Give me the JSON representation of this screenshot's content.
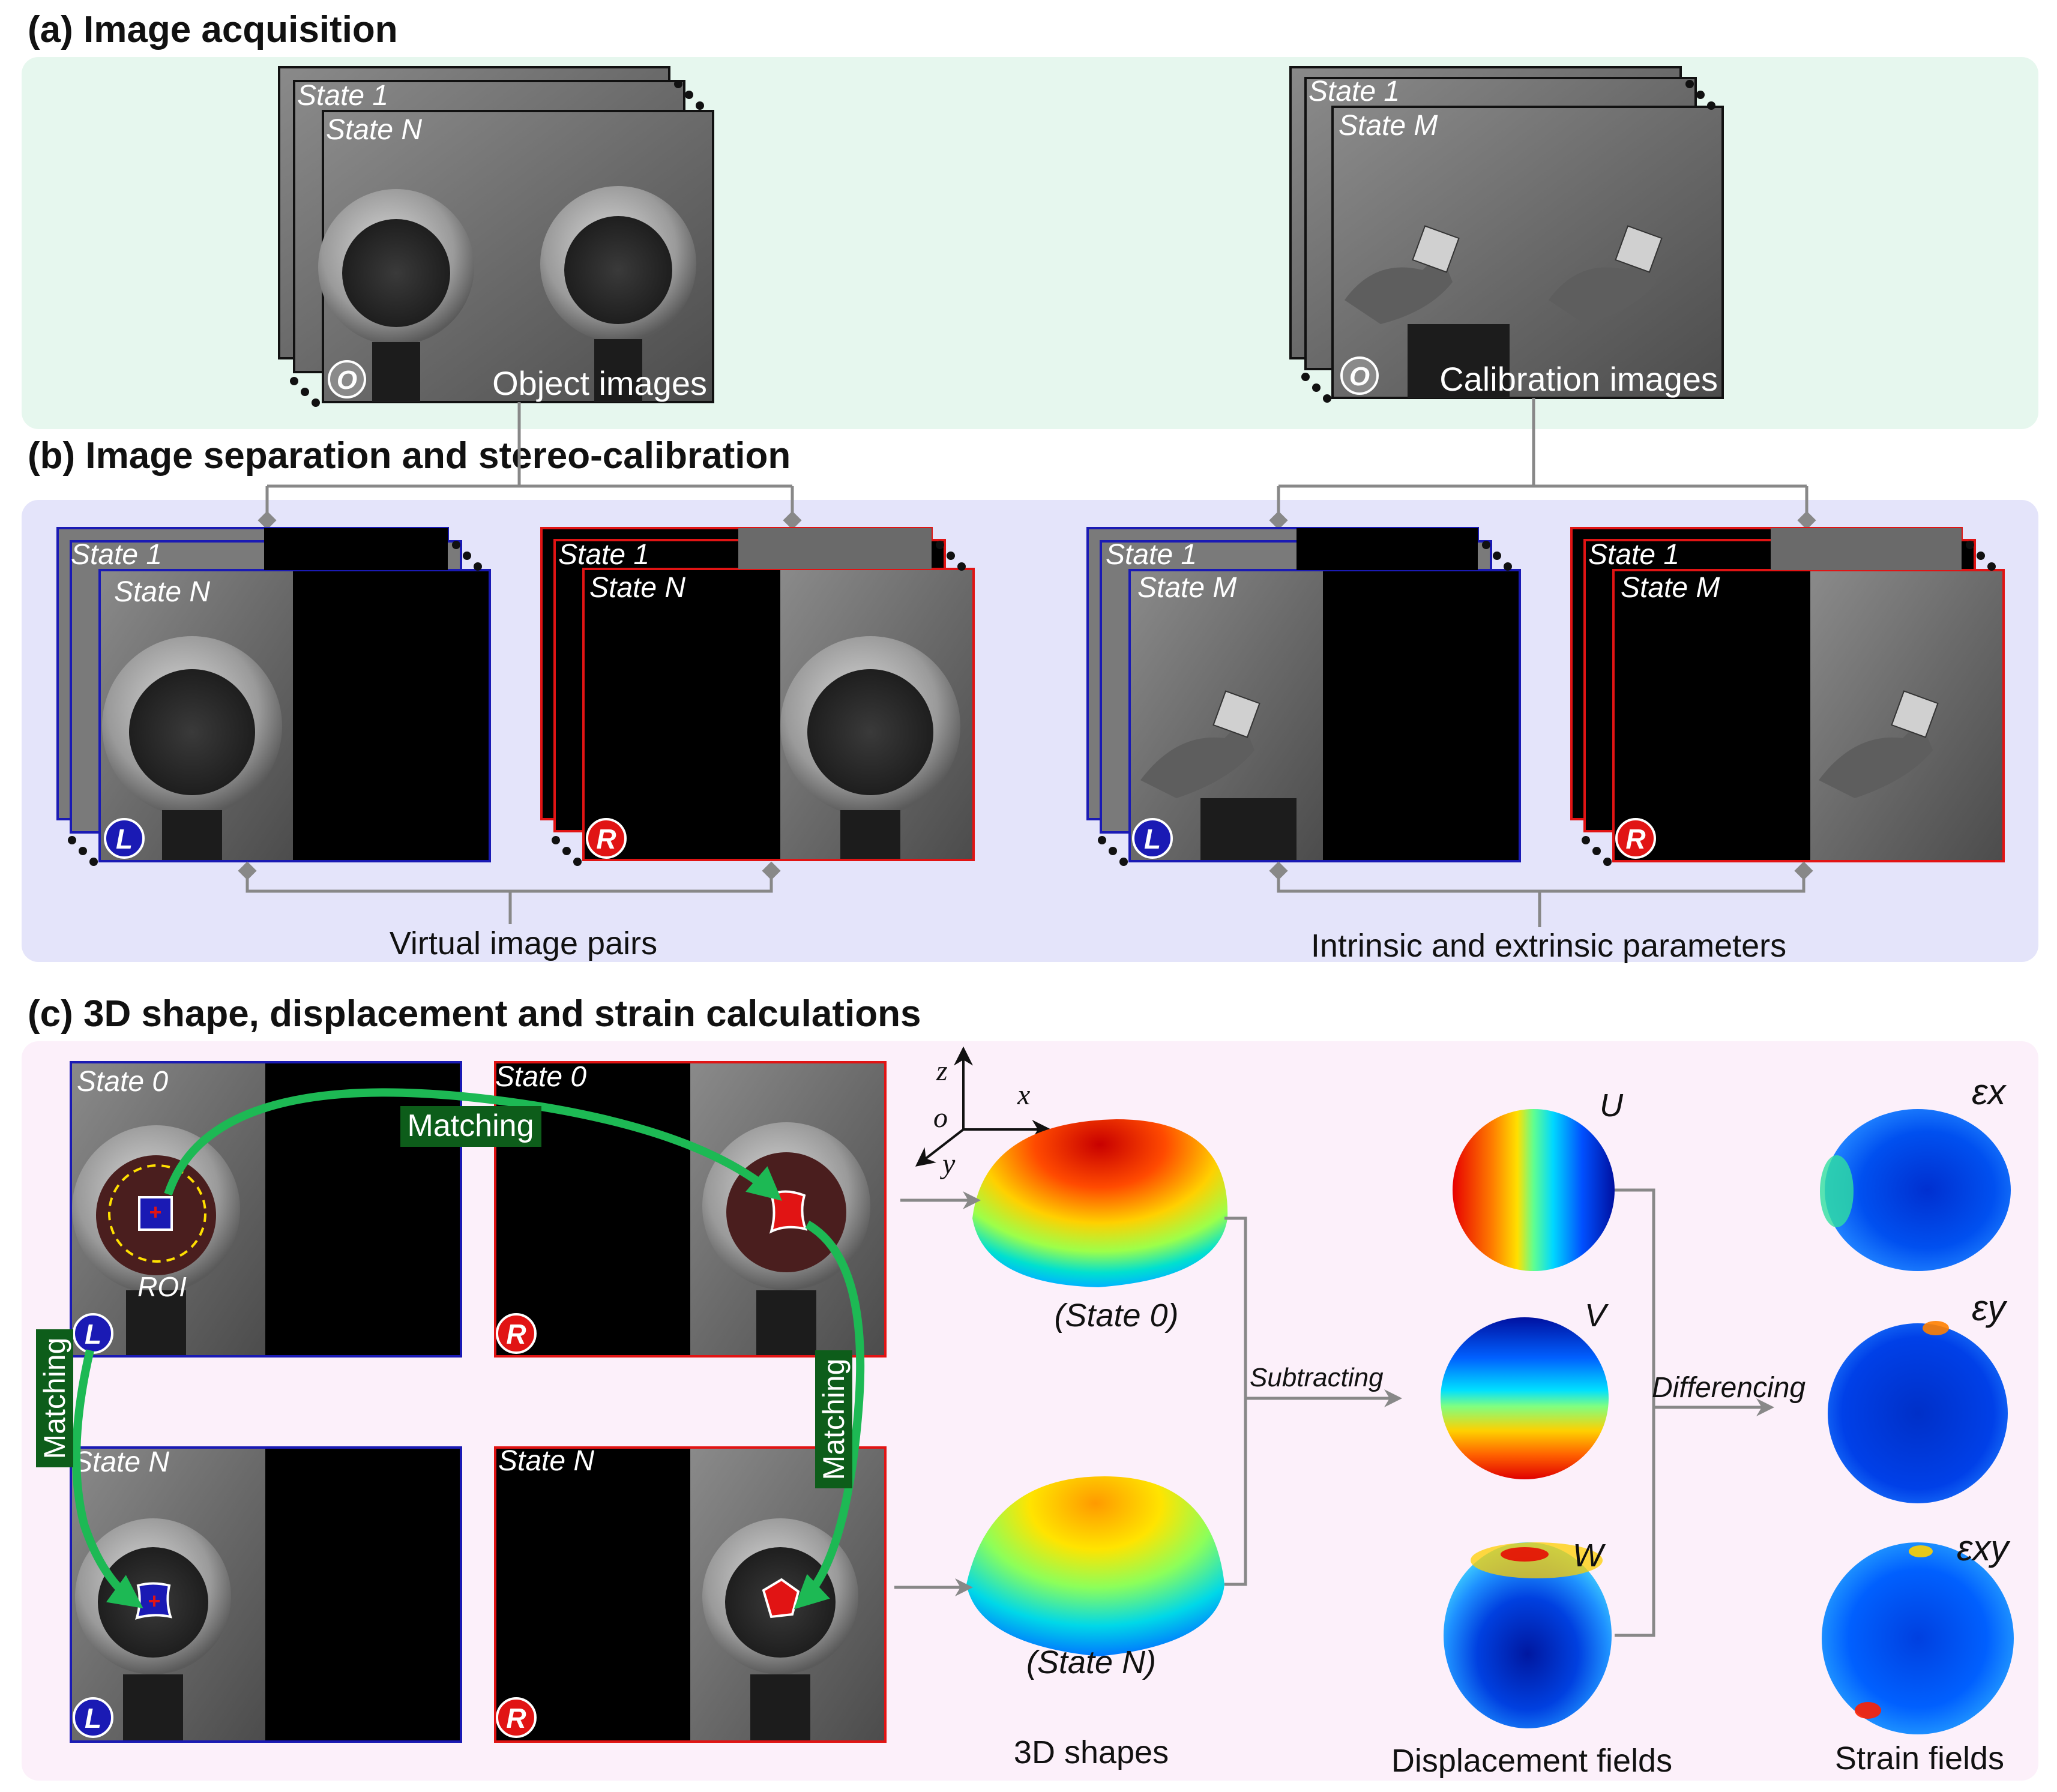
{
  "sections": {
    "a_title": "(a) Image acquisition",
    "b_title": "(b) Image separation and stereo-calibration",
    "c_title": "(c) 3D shape, displacement and strain calculations"
  },
  "stack_labels": {
    "state_1": "State 1",
    "state_n": "State N",
    "state_m": "State M",
    "state_0": "State 0",
    "object_images": "Object images",
    "calibration_images": "Calibration images"
  },
  "badges": {
    "o": "O",
    "l": "L",
    "r": "R"
  },
  "captions": {
    "virtual_pairs": "Virtual image pairs",
    "params": "Intrinsic and extrinsic parameters",
    "matching": "Matching",
    "roi": "ROI",
    "subtracting": "Subtracting",
    "differencing": "Differencing",
    "state0_shape": "(State 0)",
    "stateN_shape": "(State N)",
    "shapes": "3D shapes",
    "disp": "Displacement fields",
    "strain": "Strain fields"
  },
  "axes": {
    "z": "z",
    "x": "x",
    "o": "o",
    "y": "y"
  },
  "fields": {
    "u": "U",
    "v": "V",
    "w": "W",
    "ex": "εx",
    "ey": "εy",
    "exy": "εxy"
  },
  "colors": {
    "panel_a": "#e6f7ee",
    "panel_b": "#e4e4fa",
    "panel_c": "#fcf0fa",
    "left_frame": "#1a1ab4",
    "right_frame": "#e11414",
    "matching_arrow": "#1db954",
    "matching_label_bg": "#0d5d1a",
    "connector": "#888888"
  }
}
